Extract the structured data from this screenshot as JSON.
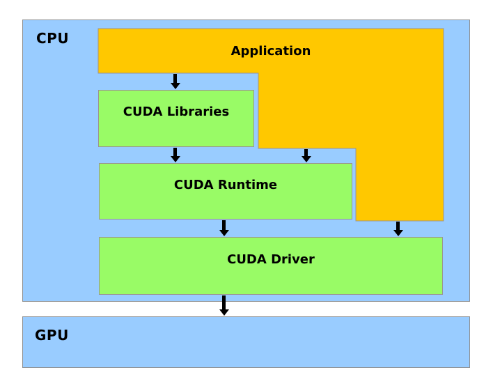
{
  "containers": {
    "cpu": {
      "label": "CPU",
      "fill": "#99CCFF"
    },
    "gpu": {
      "label": "GPU",
      "fill": "#99CCFF"
    }
  },
  "blocks": {
    "application": {
      "label": "Application",
      "fill": "#FFC800"
    },
    "cuda_libraries": {
      "label": "CUDA Libraries",
      "fill": "#99FB66"
    },
    "cuda_runtime": {
      "label": "CUDA Runtime",
      "fill": "#99FB66"
    },
    "cuda_driver": {
      "label": "CUDA Driver",
      "fill": "#99FB66"
    }
  },
  "arrows": [
    {
      "from": "application",
      "to": "cuda_libraries"
    },
    {
      "from": "cuda_libraries",
      "to": "cuda_runtime"
    },
    {
      "from": "application",
      "to": "cuda_runtime"
    },
    {
      "from": "cuda_runtime",
      "to": "cuda_driver"
    },
    {
      "from": "application",
      "to": "cuda_driver"
    },
    {
      "from": "cuda_driver",
      "to": "gpu"
    }
  ],
  "colors": {
    "background": "#FFFFFF",
    "container_fill": "#99CCFF",
    "block_green": "#99FB66",
    "block_orange": "#FFC800",
    "border": "#8f8f8f",
    "arrow": "#000000",
    "text": "#000000"
  }
}
